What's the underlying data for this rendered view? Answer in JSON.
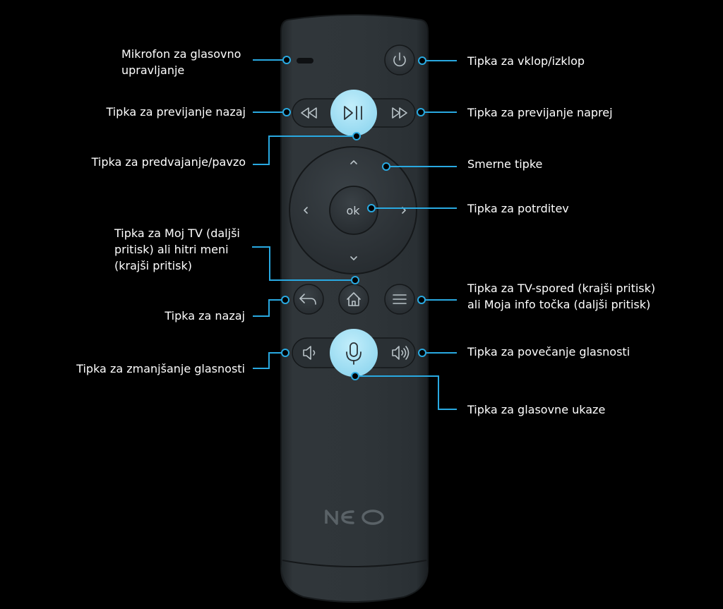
{
  "brand": {
    "logo": "NEO"
  },
  "remote": {
    "ok_label": "ok"
  },
  "callouts": {
    "microphone": [
      "Mikrofon za glasovno",
      "upravljanje"
    ],
    "power": [
      "Tipka za vklop/izklop"
    ],
    "rewind": [
      "Tipka za previjanje nazaj"
    ],
    "forward": [
      "Tipka za previjanje naprej"
    ],
    "play_pause": [
      "Tipka za predvajanje/pavzo"
    ],
    "directional": [
      "Smerne tipke"
    ],
    "confirm": [
      "Tipka za potrditev"
    ],
    "home": [
      "Tipka za Moj TV (daljši",
      "pritisk) ali hitri meni",
      "(krajši pritisk)"
    ],
    "back": [
      "Tipka za nazaj"
    ],
    "guide": [
      "Tipka za TV-spored (krajši pritisk)",
      "ali Moja info točka (daljši pritisk)"
    ],
    "volume_down": [
      "Tipka za zmanjšanje glasnosti"
    ],
    "volume_up": [
      "Tipka za povečanje glasnosti"
    ],
    "voice": [
      "Tipka za glasovne ukaze"
    ]
  },
  "colors": {
    "accent": "#29a9e1",
    "highlight_button": "#a9e4f7",
    "remote_body": "#30363a",
    "background": "#000000"
  }
}
